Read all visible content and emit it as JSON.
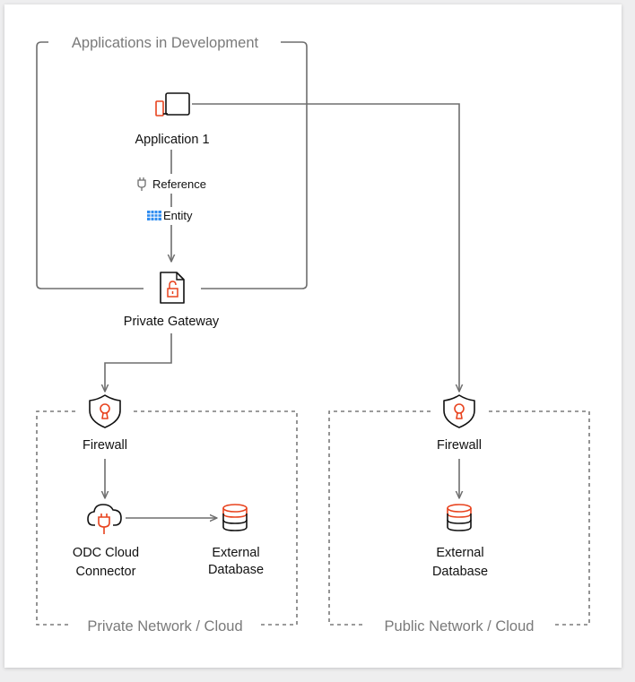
{
  "groups": {
    "dev": "Applications in Development",
    "private": "Private Network / Cloud",
    "public": "Public Network / Cloud"
  },
  "nodes": {
    "app": "Application 1",
    "reference": "Reference",
    "entity": "Entity",
    "gateway": "Private Gateway",
    "firewall_private": "Firewall",
    "firewall_public": "Firewall",
    "connector_line1": "ODC Cloud",
    "connector_line2": "Connector",
    "db_private_line1": "External",
    "db_private_line2": "Database",
    "db_public_line1": "External",
    "db_public_line2": "Database"
  },
  "icons": {
    "app": "devices-icon",
    "reference": "plug-icon",
    "entity": "table-icon",
    "gateway": "locked-document-icon",
    "firewall": "shield-keyhole-icon",
    "connector": "cloud-plug-icon",
    "database": "database-icon"
  },
  "colors": {
    "accent": "#e8431e",
    "line": "#6e6e6e",
    "entity_blue": "#2f8cf0",
    "text": "#111111",
    "group_text": "#7a7a7a"
  }
}
